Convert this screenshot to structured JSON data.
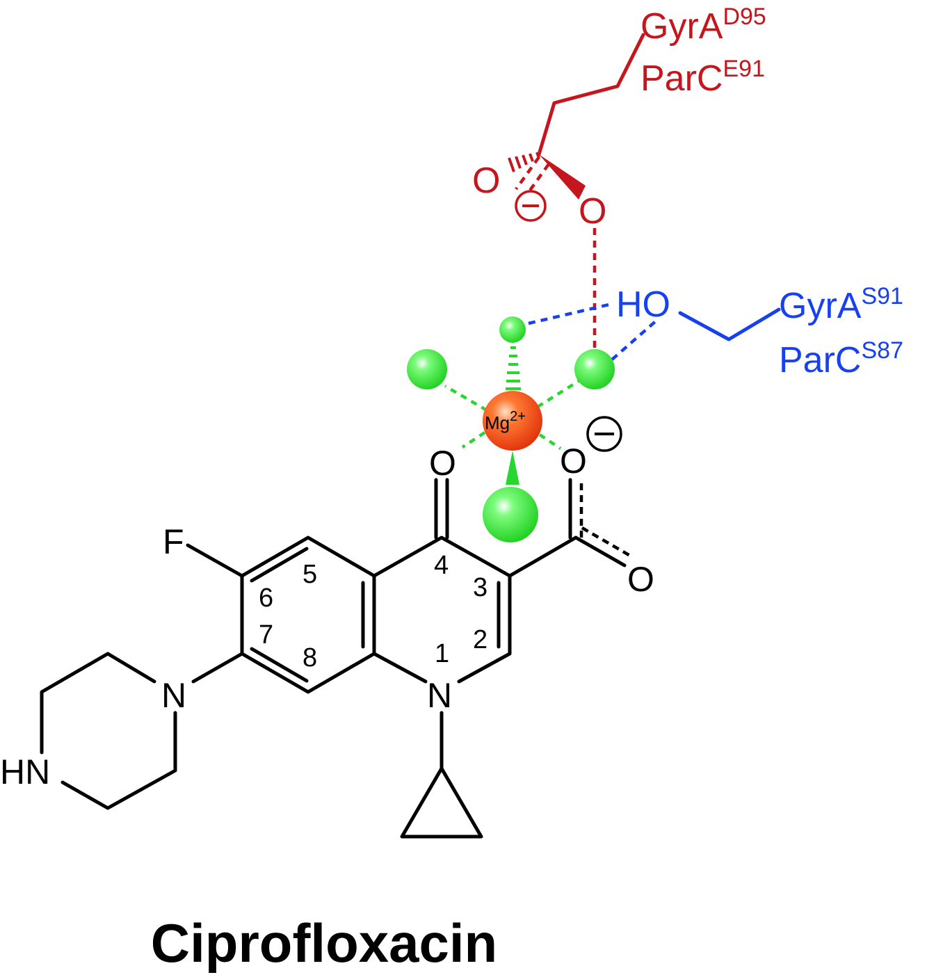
{
  "title": "Ciprofloxacin",
  "residues": {
    "acid_1": {
      "base": "GyrA",
      "sup": "D95"
    },
    "acid_2": {
      "base": "ParC",
      "sup": "E91"
    },
    "ser_1": {
      "base": "GyrA",
      "sup": "S91"
    },
    "ser_2": {
      "base": "ParC",
      "sup": "S87"
    }
  },
  "atoms": {
    "carboxylate_o1": "O",
    "carboxylate_o2": "O",
    "serine_ho": "HO",
    "keto_o": "O",
    "acid_o_left": "O",
    "acid_o_right": "O",
    "fluorine": "F",
    "ring_n": "N",
    "piperazine_n": "N",
    "piperazine_hn": "HN"
  },
  "metal": {
    "symbol": "Mg",
    "charge": "2+"
  },
  "charge_symbol": "−",
  "ring_numbers": [
    "1",
    "2",
    "3",
    "4",
    "5",
    "6",
    "7",
    "8"
  ],
  "colors": {
    "acid_residue": "#c4161c",
    "serine_residue": "#1740f0",
    "water": "#33e833",
    "metal": "#f04a1a"
  }
}
